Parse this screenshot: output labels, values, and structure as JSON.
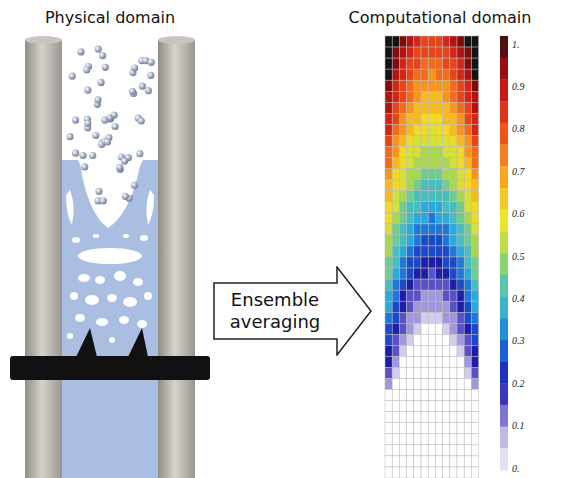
{
  "diagram": {
    "nodes": [
      {
        "text": [
          "Ensemble averaging"
        ]
      }
    ],
    "labels": [
      "Physical domain",
      "Computational domain",
      "1.",
      "0.9",
      "0.8",
      "0.7",
      "0.6",
      "0.5",
      "0.4",
      "0.3",
      "0.2",
      "0.1",
      "0."
    ]
  }
}
